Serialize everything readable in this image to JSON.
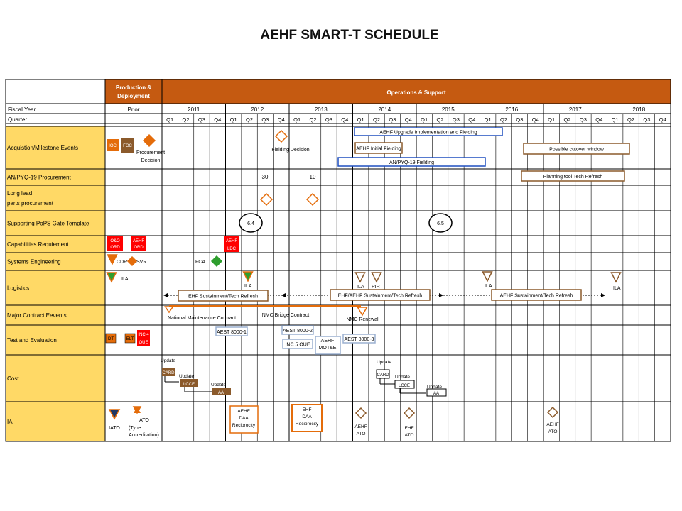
{
  "title": "AEHF SMART-T SCHEDULE",
  "header": {
    "production_label": [
      "Production &",
      "Deployment"
    ],
    "operations_label": "Operations & Support",
    "fiscal_year_label": "Fiscal Year",
    "prior_label": "Prior",
    "quarter_label": "Quarter",
    "years": [
      "2011",
      "2012",
      "2013",
      "2014",
      "2015",
      "2016",
      "2017",
      "2018"
    ],
    "quarters": [
      "Q1",
      "Q2",
      "Q3",
      "Q4"
    ]
  },
  "rows": [
    {
      "label": [
        "Acquistion/Milestone Events"
      ]
    },
    {
      "label": [
        "AN/PYQ-19 Procurement"
      ]
    },
    {
      "label": [
        "Long lead",
        "parts procurement"
      ]
    },
    {
      "label": [
        "Supporting PoPS Gate Template"
      ]
    },
    {
      "label": [
        "Capabilities Requiement"
      ]
    },
    {
      "label": [
        "Systems Engineering"
      ]
    },
    {
      "label": [
        "Logistics"
      ]
    },
    {
      "label": [
        "Major Contract Eevents"
      ]
    },
    {
      "label": [
        "Test and Evaluation"
      ]
    },
    {
      "label": [
        "Cost"
      ]
    },
    {
      "label": [
        "IA"
      ]
    }
  ],
  "colors": {
    "header_orange": "#c55a11",
    "label_yellow": "#ffd966",
    "brown": "#8b5a2b",
    "orange": "#e46c0a",
    "red": "#ff0000",
    "green": "#2e9e2e",
    "blue": "#1f4fbf",
    "navy": "#1f3864"
  },
  "items": {
    "ioc": "IOC",
    "foc": "FOC",
    "procurement_decision": [
      "Procurement",
      "Decision"
    ],
    "fielding_decision": "Fielding Decision",
    "upgrade_bar": "AEHF Upgrade Implementation and Fielding",
    "initial_fielding": "AEHF Initial Fielding",
    "anpyq_fielding": "AN/PYQ-19 Fielding",
    "cutover_window": "Possible cutover window",
    "qty_2012": "30",
    "qty_2013": "10",
    "planning_tool": "Planning tool Tech Refresh",
    "gate_64": "6.4",
    "gate_65": "6.5",
    "od_ord": [
      "O&O",
      "ORD"
    ],
    "aehf_ord": [
      "AEHF",
      "ORD"
    ],
    "aehf_ldc": [
      "AEHF",
      "LDC"
    ],
    "cdr": "CDR",
    "svr": "SVR",
    "fca": "FCA",
    "ila": "ILA",
    "pir": "PIR",
    "sustain_1": "EHF Sustainment/Tech Refresh",
    "sustain_2": "EHF/AEHF Sustainment/Tech Refresh",
    "sustain_3": "AEHF Sustainment/Tech Refresh",
    "national_maint": "National Maintenance Contract",
    "nmc_bridge": "NMC Bridge Contract",
    "nmc_renewal": "NMC Renewal",
    "dt": "DT",
    "elt": "ELT",
    "inc4_oue": [
      "INC 4",
      "OUE"
    ],
    "aest_1": "AEST 8000-1",
    "aest_2": "AEST 8000-2",
    "aest_3": "AEST 8000-3",
    "inc5_oue": "INC 5 OUE",
    "aehf_motae": [
      "AEHF",
      "MOT&E"
    ],
    "update": "Update",
    "card": "CARD",
    "lcce": "LCCE",
    "aa": "AA",
    "iato": "IATO",
    "ato_type": [
      "ATO",
      "(Type",
      "Accreditation)"
    ],
    "aehf_daa": [
      "AEHF",
      "DAA",
      "Reciprocity"
    ],
    "ehf_daa": [
      "EHF",
      "DAA",
      "Reciprocity"
    ],
    "aehf_ato": [
      "AEHF",
      "ATO"
    ],
    "ehf_ato": [
      "EHF",
      "ATO"
    ]
  }
}
